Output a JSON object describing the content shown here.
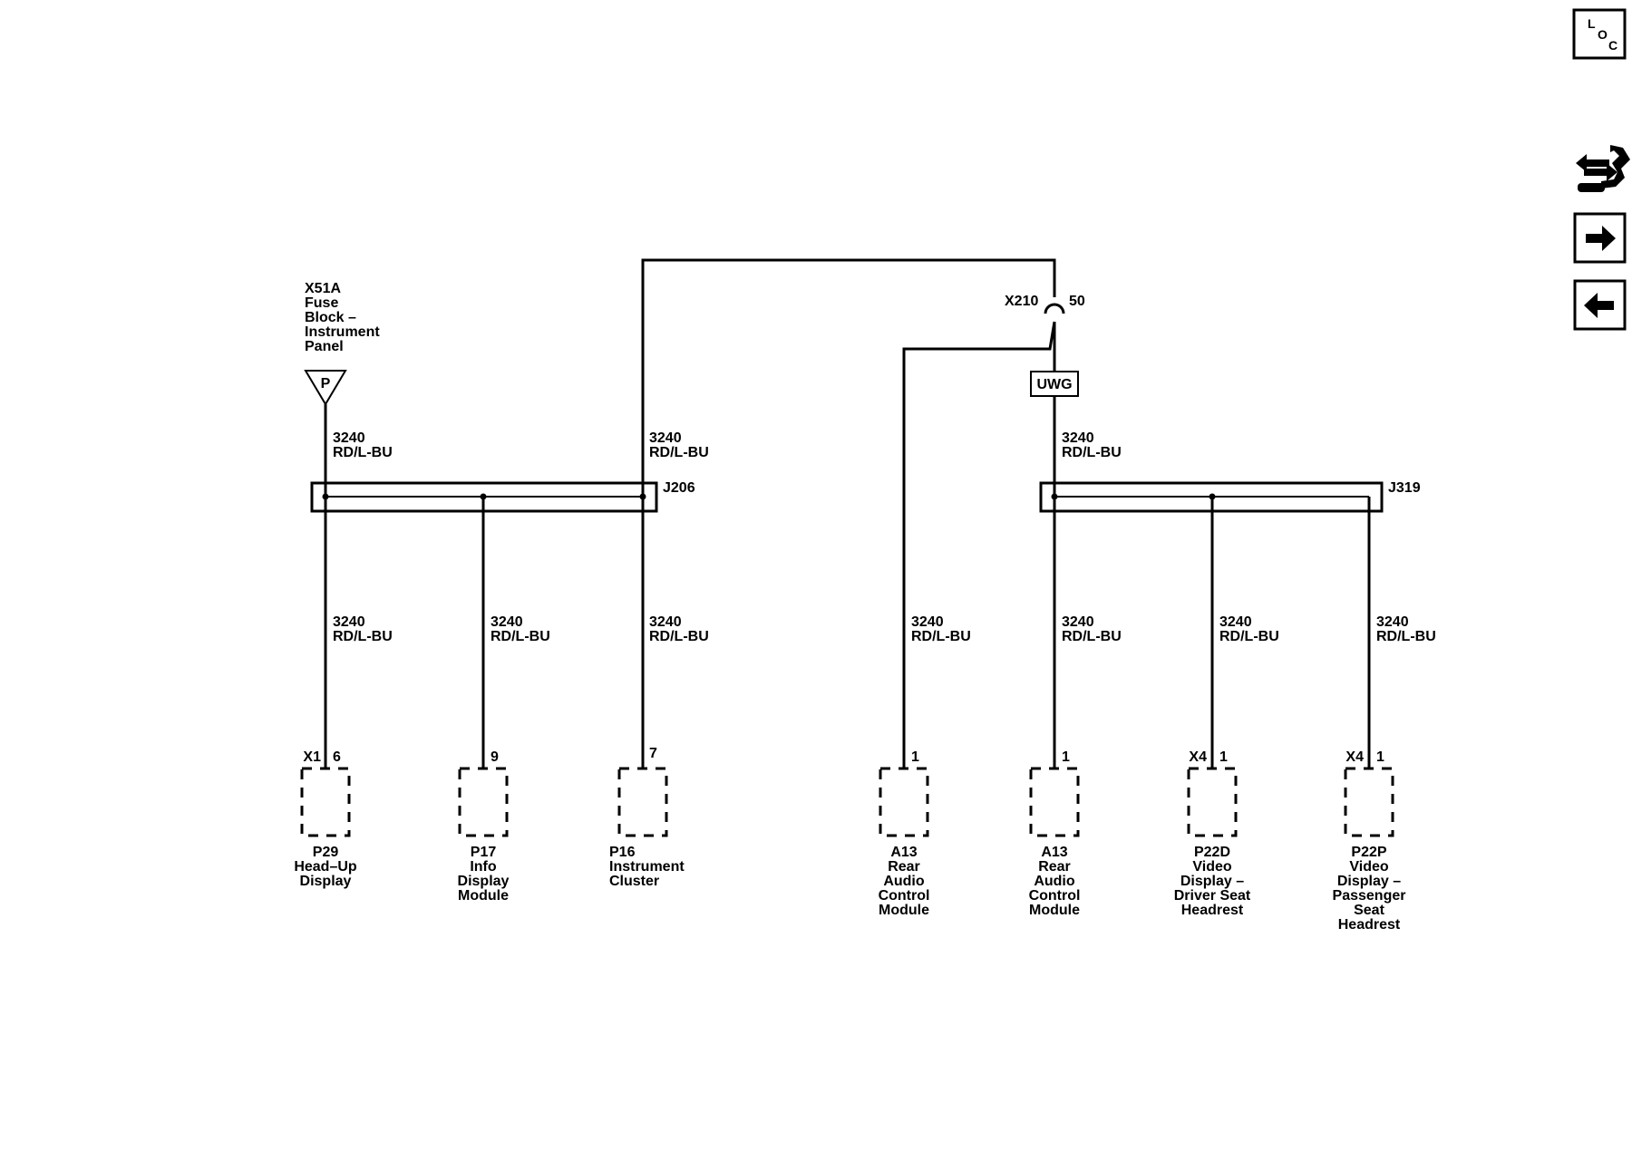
{
  "source": {
    "ref": "X51A",
    "name": [
      "Fuse",
      "Block –",
      "Instrument",
      "Panel"
    ],
    "symbol": "P"
  },
  "wire": {
    "circuit": "3240",
    "color": "RD/L-BU"
  },
  "splices": {
    "left": "J206",
    "right": "J319"
  },
  "inline_connector": {
    "ref": "X210",
    "pin": "50"
  },
  "uwg_label": "UWG",
  "components": [
    {
      "conn": "X1",
      "pin": "6",
      "lines": [
        "P29",
        "Head–Up",
        "Display"
      ]
    },
    {
      "conn": "",
      "pin": "9",
      "lines": [
        "P17",
        "Info",
        "Display",
        "Module"
      ]
    },
    {
      "conn": "",
      "pin": "7",
      "lines": [
        "P16",
        "Instrument",
        "Cluster"
      ]
    },
    {
      "conn": "",
      "pin": "1",
      "lines": [
        "A13",
        "Rear",
        "Audio",
        "Control",
        "Module"
      ]
    },
    {
      "conn": "",
      "pin": "1",
      "lines": [
        "A13",
        "Rear",
        "Audio",
        "Control",
        "Module"
      ]
    },
    {
      "conn": "X4",
      "pin": "1",
      "lines": [
        "P22D",
        "Video",
        "Display –",
        "Driver Seat",
        "Headrest"
      ]
    },
    {
      "conn": "X4",
      "pin": "1",
      "lines": [
        "P22P",
        "Video",
        "Display –",
        "Passenger",
        "Seat",
        "Headrest"
      ]
    }
  ],
  "nav": {
    "loc_top": "L",
    "loc_mid": "O",
    "loc_bottom": "C"
  }
}
